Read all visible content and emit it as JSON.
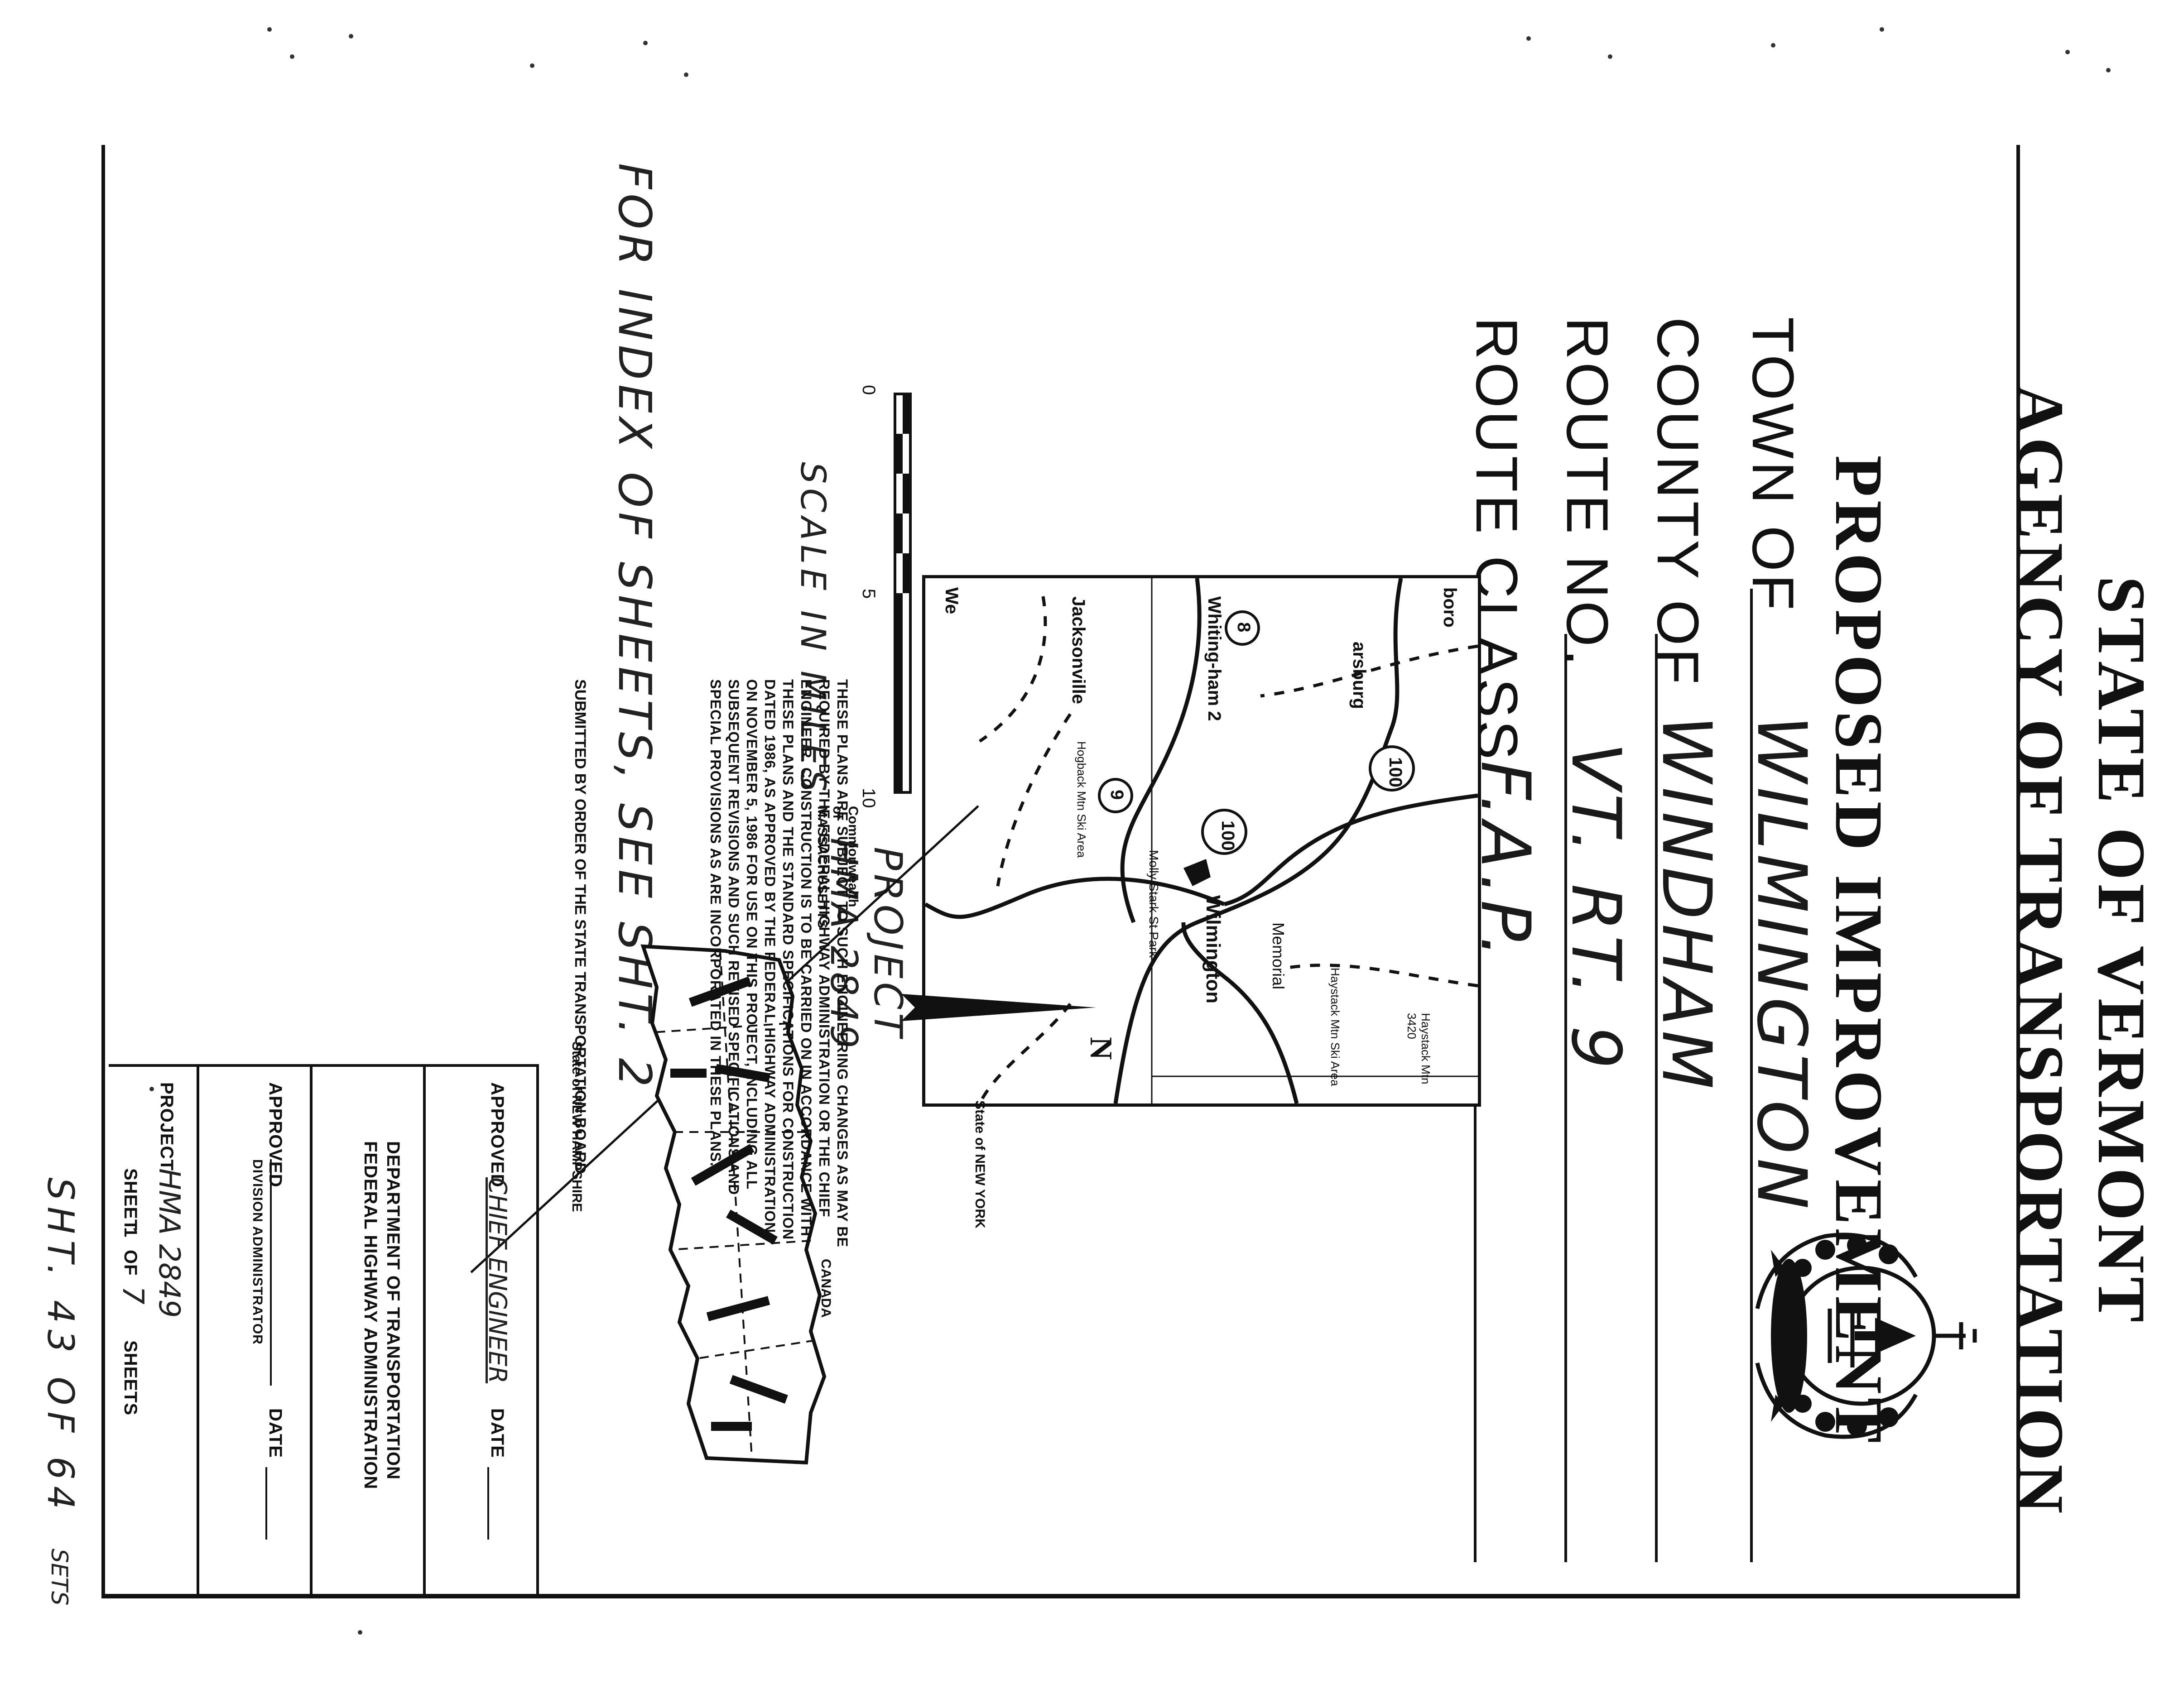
{
  "header": {
    "line1": "STATE OF VERMONT",
    "line2": "AGENCY OF TRANSPORTATION",
    "line3": "PROPOSED IMPROVEMENT"
  },
  "fields": [
    {
      "label": "TOWN OF",
      "value": "WILMINGTON"
    },
    {
      "label": "COUNTY OF",
      "value": "WINDHAM"
    },
    {
      "label": "ROUTE NO.",
      "value": "VT. RT. 9"
    },
    {
      "label": "ROUTE CLASS",
      "value": "F.A.P."
    }
  ],
  "location_map": {
    "labels": {
      "wilmington": "Wilmington",
      "whitingham": "Whiting-ham 2",
      "jacksonville": "Jacksonville",
      "memorial": "Memorial",
      "molly_stark": "Molly Stark St Park",
      "route_100_a": "100",
      "route_100_b": "100",
      "route_9": "9",
      "route_8": "8",
      "haystack": "Haystack Mtn 3420",
      "haystack_ski": "Haystack Mtn Ski Area",
      "hogback": "Hogback Mtn Ski Area",
      "readsboro": "boro",
      "searsburg": "arsburg",
      "we": "We"
    }
  },
  "scale": {
    "title": "SCALE IN MILES",
    "ticks": [
      "0",
      "5",
      "10"
    ]
  },
  "project_callout": {
    "line1": "PROJECT",
    "line2": "HMA 2849"
  },
  "state_map": {
    "north_label": "N",
    "new_york": "State of NEW YORK",
    "massachusetts": "Commonwealth of MASSACHUSETTS",
    "new_hampshire": "State of NEW HAMPSHIRE",
    "canada": "CANADA"
  },
  "notes": "THESE PLANS ARE SUBJECT TO SUCH ENGINEERING CHANGES AS MAY BE REQUIRED BY THE FEDERAL HIGHWAY ADMINISTRATION OR THE CHIEF ENGINEER. CONSTRUCTION IS TO BE CARRIED ON IN ACCORDANCE WITH THESE PLANS AND THE STANDARD SPECIFICATIONS FOR CONSTRUCTION DATED 1986, AS APPROVED BY THE FEDERAL HIGHWAY ADMINISTRATION ON NOVEMBER 5, 1986 FOR USE ON THIS PROJECT, INCLUDING ALL SUBSEQUENT REVISIONS AND SUCH REVISED SPECIFICATIONS AND SPECIAL PROVISIONS AS ARE INCORPORATED IN THESE PLANS.",
  "submitted": "SUBMITTED BY ORDER OF THE STATE TRANSPORTATION BOARD",
  "title_block": {
    "approved_label": "APPROVED",
    "chief_engineer": "CHIEF ENGINEER",
    "date_label": "DATE",
    "dept_line1": "DEPARTMENT OF TRANSPORTATION",
    "dept_line2": "FEDERAL HIGHWAY ADMINISTRATION",
    "approved2_label": "APPROVED",
    "division_admin": "DIVISION ADMINISTRATOR",
    "date2_label": "DATE",
    "project_label": "PROJECT",
    "project_value": "HMA  2849",
    "sheet_label": "SHEET",
    "sheet_value": "1",
    "of_label": "OF",
    "sheets_total": "7",
    "sheets_label": "SHEETS"
  },
  "handwritten": {
    "index_note": "FOR INDEX OF SHEETS, SEE SHT. 2",
    "sht_note": "SHT. 43 OF 64",
    "sets_note": "SETS"
  }
}
